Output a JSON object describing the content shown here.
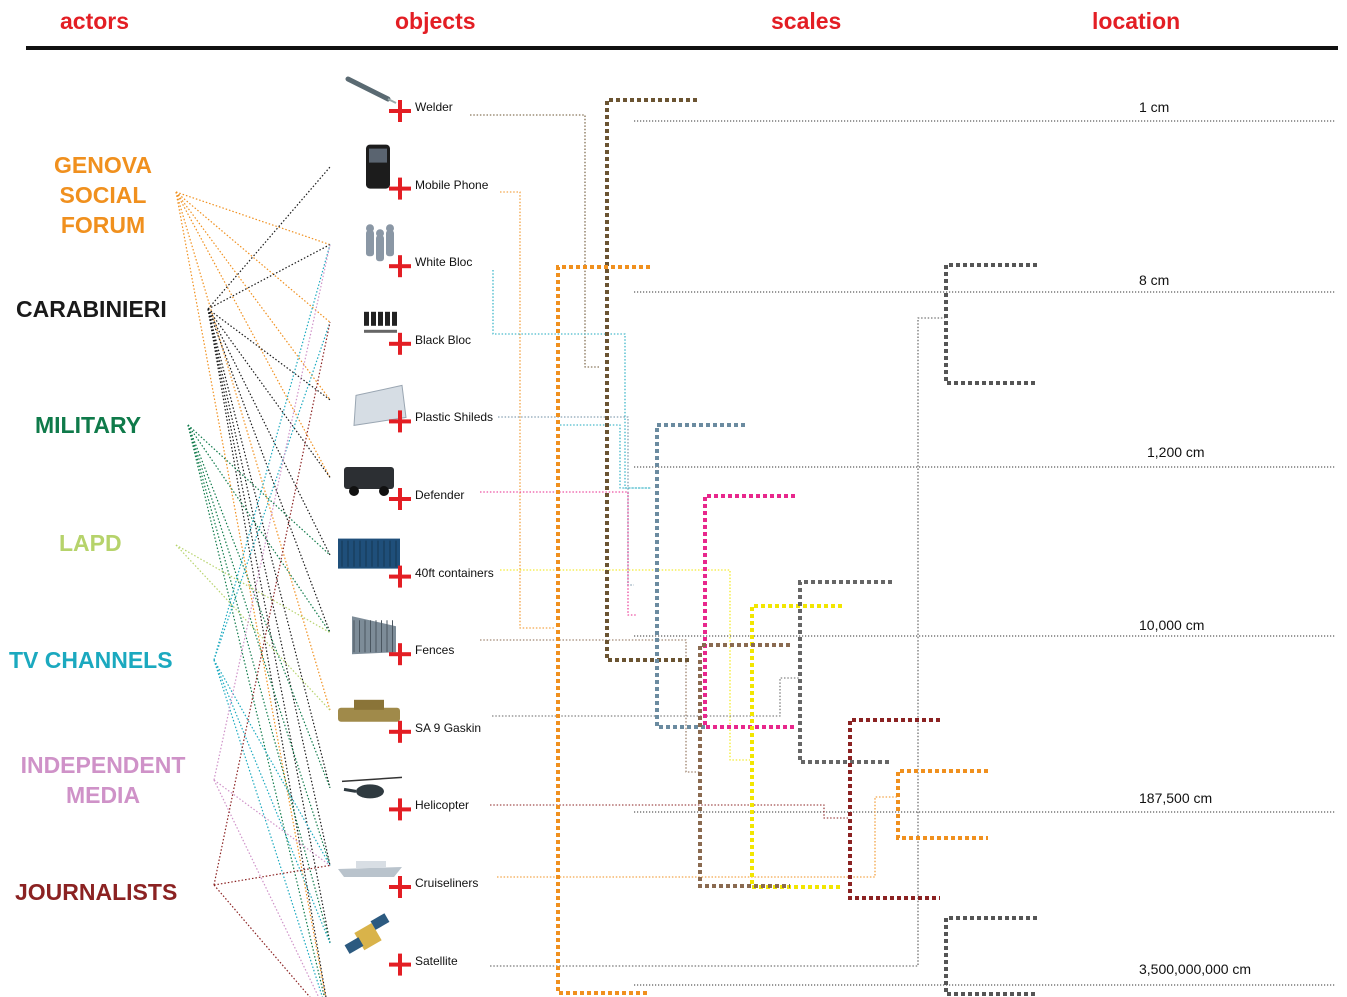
{
  "headers": {
    "actors": "actors",
    "objects": "objects",
    "scales": "scales",
    "location": "location"
  },
  "colors": {
    "heading": "#e31e24",
    "genova": "#f0901e",
    "carabinieri": "#1a1a1a",
    "military": "#0f7a4a",
    "lapd": "#b6d36b",
    "tv": "#1ba9bf",
    "independent": "#cf92c8",
    "journalists": "#8b2222",
    "plus": "#e31e24"
  },
  "actors": [
    {
      "id": "genova",
      "lines": [
        "GENOVA",
        "SOCIAL",
        "FORUM"
      ]
    },
    {
      "id": "carabinieri",
      "lines": [
        "CARABINIERI"
      ]
    },
    {
      "id": "military",
      "lines": [
        "MILITARY"
      ]
    },
    {
      "id": "lapd",
      "lines": [
        "LAPD"
      ]
    },
    {
      "id": "tv",
      "lines": [
        "TV CHANNELS"
      ]
    },
    {
      "id": "independent",
      "lines": [
        "INDEPENDENT",
        "MEDIA"
      ]
    },
    {
      "id": "journalists",
      "lines": [
        "JOURNALISTS"
      ]
    }
  ],
  "objects": [
    {
      "id": "welder",
      "label": "Welder",
      "icon": "welder-icon"
    },
    {
      "id": "mobile",
      "label": "Mobile Phone",
      "icon": "mobile-phone-icon"
    },
    {
      "id": "white",
      "label": "White Bloc",
      "icon": "white-bloc-icon"
    },
    {
      "id": "black",
      "label": "Black Bloc",
      "icon": "black-bloc-icon"
    },
    {
      "id": "shields",
      "label": "Plastic Shileds",
      "icon": "plastic-shields-icon"
    },
    {
      "id": "defender",
      "label": "Defender",
      "icon": "defender-icon"
    },
    {
      "id": "containers",
      "label": "40ft containers",
      "icon": "container-icon"
    },
    {
      "id": "fences",
      "label": "Fences",
      "icon": "fences-icon"
    },
    {
      "id": "gaskin",
      "label": "SA 9 Gaskin",
      "icon": "missile-vehicle-icon"
    },
    {
      "id": "helicopter",
      "label": "Helicopter",
      "icon": "helicopter-icon"
    },
    {
      "id": "cruise",
      "label": "Cruiseliners",
      "icon": "cruiseliner-icon"
    },
    {
      "id": "satellite",
      "label": "Satellite",
      "icon": "satellite-icon"
    }
  ],
  "scales": [
    "1 cm",
    "8 cm",
    "1,200 cm",
    "10,000 cm",
    "187,500 cm",
    "3,500,000,000 cm"
  ],
  "links": {
    "genova": [
      "mobile",
      "white",
      "black",
      "shields",
      "fences",
      "satellite"
    ],
    "carabinieri": [
      "welder",
      "mobile",
      "black",
      "shields",
      "defender",
      "containers",
      "gaskin",
      "helicopter",
      "cruise",
      "satellite"
    ],
    "military": [
      "defender",
      "containers",
      "gaskin",
      "helicopter",
      "cruise",
      "satellite"
    ],
    "lapd": [
      "containers",
      "fences"
    ],
    "tv": [
      "mobile",
      "white",
      "helicopter",
      "cruise",
      "satellite"
    ],
    "independent": [
      "mobile",
      "helicopter",
      "satellite"
    ],
    "journalists": [
      "white",
      "helicopter",
      "satellite"
    ]
  }
}
